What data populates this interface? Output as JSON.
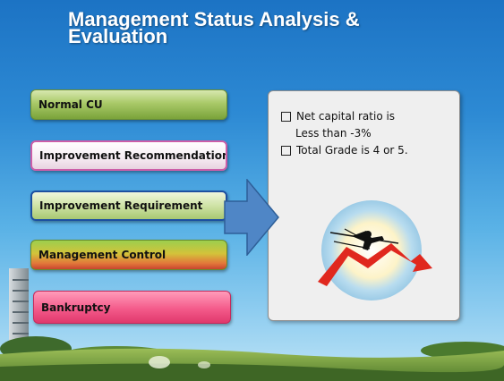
{
  "slide": {
    "title": "Management Status Analysis & Evaluation",
    "status_levels": [
      {
        "label": "Normal CU",
        "color": "#8fb74c"
      },
      {
        "label": "Improvement Recommendation",
        "color": "#f3e4ee"
      },
      {
        "label": "Improvement Requirement",
        "color": "#c4dc95"
      },
      {
        "label": "Management Control",
        "color": "#d8a13a"
      },
      {
        "label": "Bankruptcy",
        "color": "#f2588a"
      }
    ],
    "criteria": [
      {
        "line1": "Net capital ratio is",
        "line2": "Less than  -3%"
      },
      {
        "line1": "Total Grade is 4 or 5.",
        "line2": ""
      }
    ],
    "arrow_color": "#4f86c6",
    "illustration": "skier-on-falling-red-arrow-icon"
  }
}
